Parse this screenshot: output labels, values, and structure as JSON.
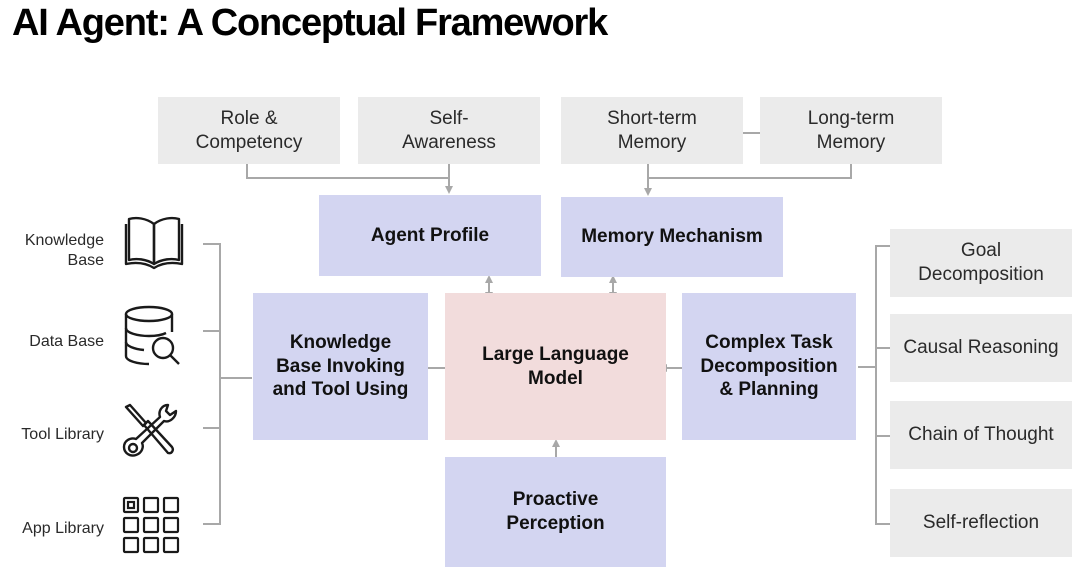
{
  "title": "AI Agent: A Conceptual Framework",
  "colors": {
    "gray_box": "#ebebeb",
    "blue_box": "#d3d5f1",
    "pink_box": "#f2dcdc",
    "connector": "#a8a8a8"
  },
  "profile_inputs": [
    {
      "label": "Role &\nCompetency"
    },
    {
      "label": "Self-\nAwareness"
    }
  ],
  "memory_inputs": [
    {
      "label": "Short-term\nMemory"
    },
    {
      "label": "Long-term\nMemory"
    }
  ],
  "modules": {
    "agent_profile": "Agent Profile",
    "memory_mechanism": "Memory Mechanism",
    "knowledge_tool": "Knowledge\nBase Invoking\nand Tool Using",
    "llm": "Large Language\nModel",
    "planning": "Complex Task\nDecomposition\n& Planning",
    "perception": "Proactive\nPerception"
  },
  "resources": [
    {
      "label": "Knowledge\nBase",
      "icon": "book-icon"
    },
    {
      "label": "Data Base",
      "icon": "database-search-icon"
    },
    {
      "label": "Tool Library",
      "icon": "tools-icon"
    },
    {
      "label": "App Library",
      "icon": "app-grid-icon"
    }
  ],
  "planning_methods": [
    {
      "label": "Goal\nDecomposition"
    },
    {
      "label": "Causal Reasoning"
    },
    {
      "label": "Chain of Thought"
    },
    {
      "label": "Self-reflection"
    }
  ]
}
